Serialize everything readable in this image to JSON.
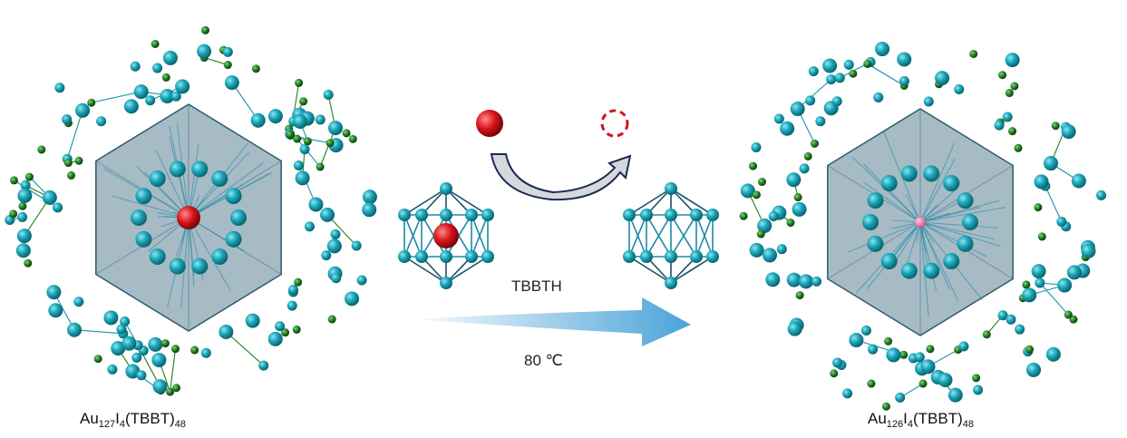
{
  "reactant": {
    "formula_prefix": "Au",
    "au_count": "127",
    "i_symbol": "I",
    "i_count": "4",
    "ligand": "(TBBT)",
    "ligand_count": "48"
  },
  "product": {
    "formula_prefix": "Au",
    "au_count": "126",
    "i_symbol": "I",
    "i_count": "4",
    "ligand": "(TBBT)",
    "ligand_count": "48"
  },
  "reagent": "TBBTH",
  "condition": "80 ℃",
  "colors": {
    "gold_atom": "#1aa6b8",
    "sulfur_atom": "#1e7a1e",
    "removed_atom": "#d8141a",
    "shell": "#5e8496",
    "arrow": "#4aa3d8"
  }
}
